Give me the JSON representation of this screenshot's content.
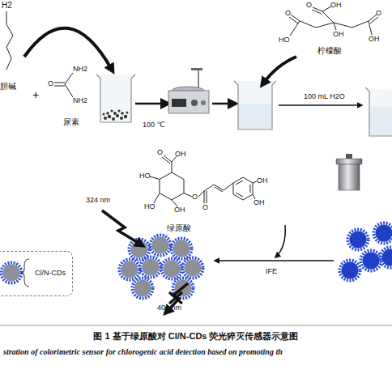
{
  "diagram": {
    "caption": "图 1 基于绿原酸对 Cl/N-CDs 荧光猝灭传感器示意图",
    "labels": [
      "H2",
      "胆碱",
      "+",
      "NH2",
      "O",
      "NH2",
      "尿素",
      "100 ℃",
      "O",
      "OH",
      "O",
      "HO",
      "OH",
      "O",
      "OH",
      "柠檬酸",
      "100 mL H2O",
      "O",
      "OH",
      "HO",
      "HO",
      "OH",
      "O",
      "O",
      "OH",
      "OH",
      "绿原酸",
      "324 nm",
      "IFE",
      "402 nm",
      "stration of colorimetric sensor for chlorogenic acid detection based on promoting th"
    ],
    "legend": [
      {
        "text": "Cl/N-CDs"
      }
    ]
  }
}
